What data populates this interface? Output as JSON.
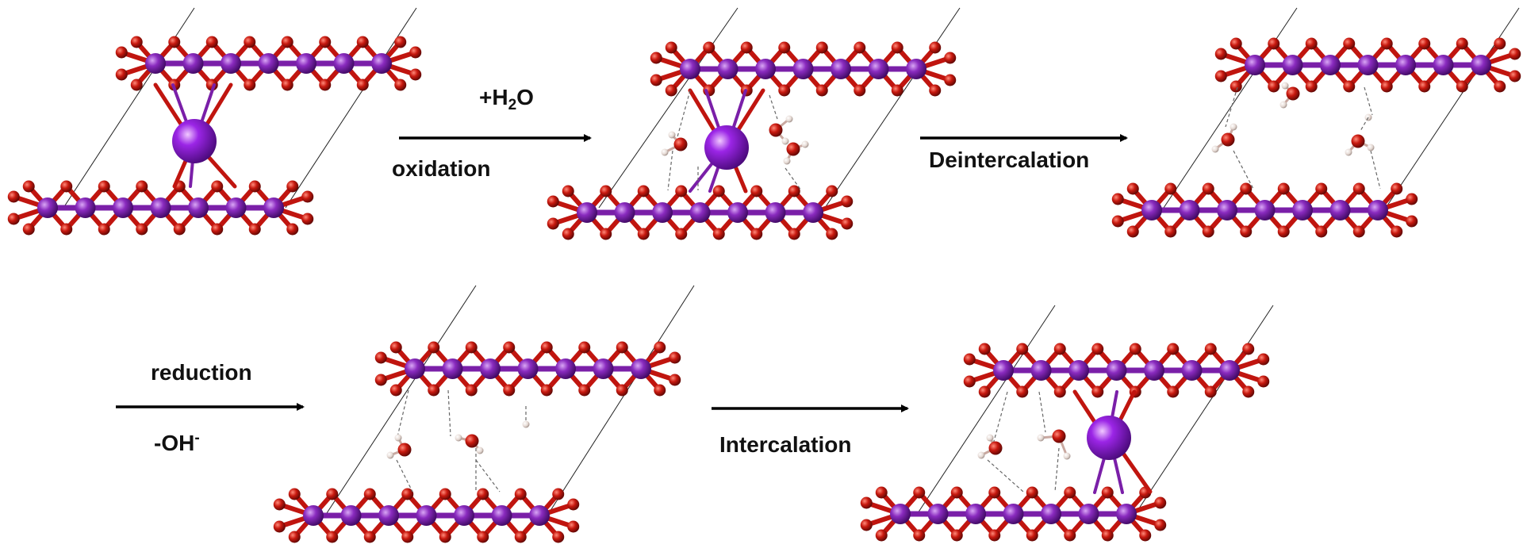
{
  "colors": {
    "metal": "#7a1fa8",
    "oxygen": "#c0150f",
    "hydrogen": "#e8dcd6",
    "intercalant": "#8d1ae0",
    "cell_line": "#222222",
    "hbond": "#666666",
    "arrow": "#000000"
  },
  "labels": {
    "oxidation_reagent_prefix": "+H",
    "oxidation_reagent_sub": "2",
    "oxidation_reagent_suffix": "O",
    "oxidation": "oxidation",
    "deintercalation": "Deintercalation",
    "reduction": "reduction",
    "reduction_product_main": "-OH",
    "reduction_product_sup": "-",
    "intercalation": "Intercalation"
  },
  "structures": [
    {
      "id": "initial",
      "intercalant": true,
      "water_molecules": 0
    },
    {
      "id": "oxidized",
      "intercalant": true,
      "water_molecules": 3
    },
    {
      "id": "deintercalated",
      "intercalant": false,
      "water_molecules": 3
    },
    {
      "id": "reduced",
      "intercalant": false,
      "water_molecules": 2
    },
    {
      "id": "reintercalated",
      "intercalant": true,
      "water_molecules": 2
    }
  ]
}
